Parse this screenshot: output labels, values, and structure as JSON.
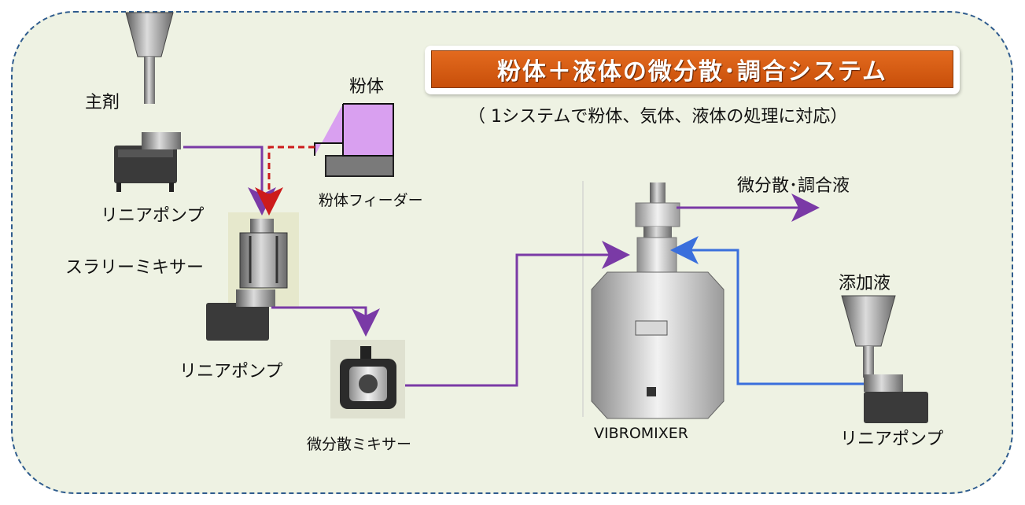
{
  "title": "粉体＋液体の微分散･調合システム",
  "subtitle": "（ 1システムで粉体、気体、液体の処理に対応）",
  "labels": {
    "main_agent": "主剤",
    "linear_pump_1": "リニアポンプ",
    "powder": "粉体",
    "powder_feeder": "粉体フィーダー",
    "slurry_mixer": "スラリーミキサー",
    "linear_pump_2": "リニアポンプ",
    "fine_mixer": "微分散ミキサー",
    "vibromixer": "VIBROMIXER",
    "output": "微分散･調合液",
    "additive": "添加液",
    "linear_pump_3": "リニアポンプ"
  },
  "colors": {
    "liquid_flow": "#7a3aa6",
    "powder_flow": "#cc1b1b",
    "additive_flow": "#3a6fdc",
    "banner": "#d85c12",
    "panel": "#eef2e3"
  }
}
